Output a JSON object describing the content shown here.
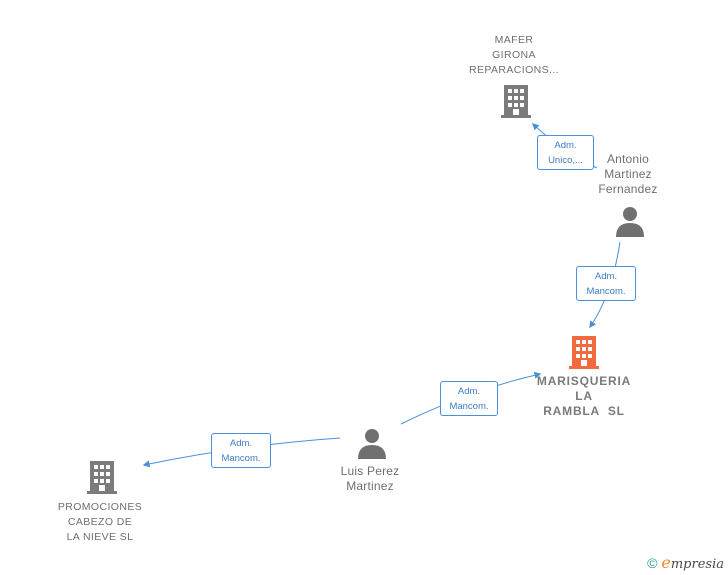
{
  "colors": {
    "edge": "#4a90d9",
    "edge_text": "#3a7dc9",
    "company_icon": "#7b7b7b",
    "main_company_icon": "#f26a3d",
    "person_icon": "#707070",
    "label": "#6f6f6f"
  },
  "nodes": {
    "mafer": {
      "lines": [
        "MAFER",
        "GIRONA",
        "REPARACIONS..."
      ],
      "icon": "building-icon"
    },
    "antonio": {
      "lines": [
        "Antonio",
        "Martinez",
        "Fernandez"
      ],
      "icon": "person-icon"
    },
    "marisqueria": {
      "lines": [
        "MARISQUERIA",
        "LA",
        "RAMBLA  SL"
      ],
      "icon": "building-icon"
    },
    "luis": {
      "lines": [
        "Luis Perez",
        "Martinez"
      ],
      "icon": "person-icon"
    },
    "promociones": {
      "lines": [
        "PROMOCIONES",
        "CABEZO DE",
        "LA NIEVE SL"
      ],
      "icon": "building-icon"
    }
  },
  "edges": {
    "antonio_mafer": [
      "Adm.",
      "Unico,..."
    ],
    "antonio_marisqueria": [
      "Adm.",
      "Mancom."
    ],
    "luis_marisqueria": [
      "Adm.",
      "Mancom."
    ],
    "luis_promociones": [
      "Adm.",
      "Mancom."
    ]
  },
  "watermark": {
    "copyright": "©",
    "brand_initial": "e",
    "brand_rest": "mpresia"
  }
}
